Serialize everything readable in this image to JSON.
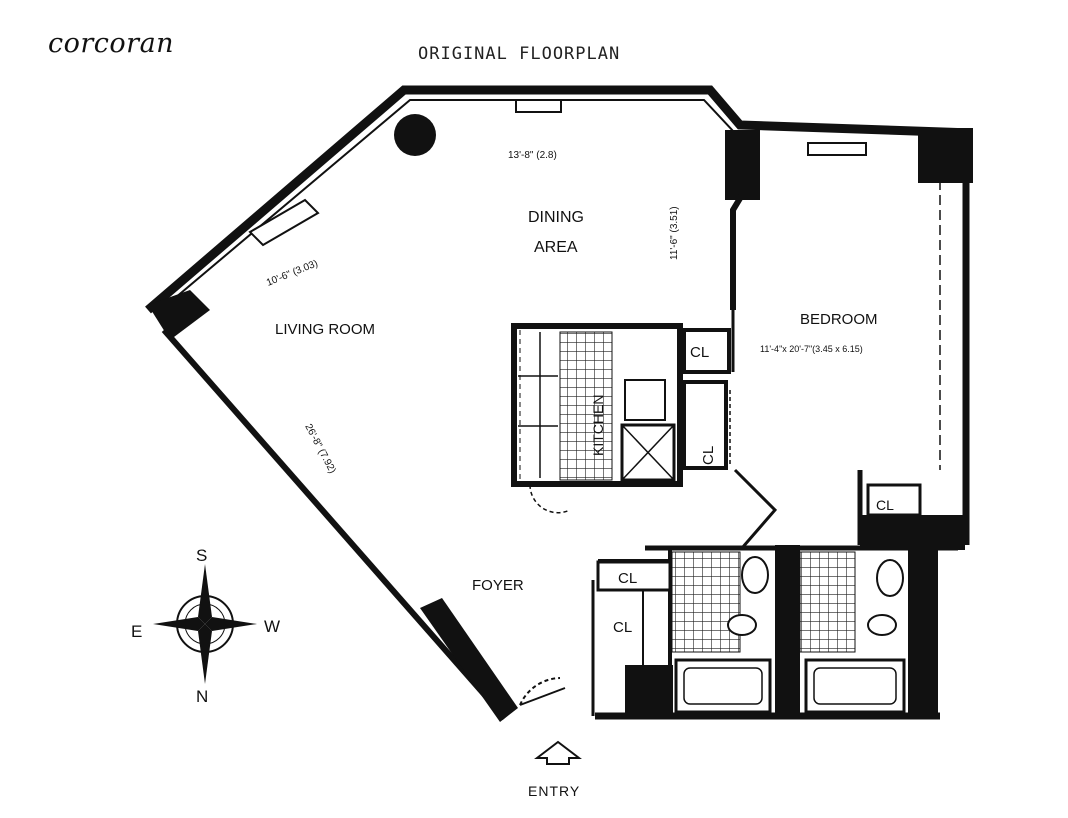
{
  "brand": "corcoran",
  "title": "ORIGINAL FLOORPLAN",
  "rooms": {
    "living_room": "LIVING ROOM",
    "dining_line1": "DINING",
    "dining_line2": "AREA",
    "bedroom": "BEDROOM",
    "bedroom_dims": "11'-4\"x 20'-7\"(3.45 x 6.15)",
    "kitchen": "KITCHEN",
    "foyer": "FOYER",
    "closet": "CL"
  },
  "dimensions": {
    "dining_width": "13'-8\" (2.8)",
    "dining_depth": "11'-6\" (3.51)",
    "living_window": "10'-6\" (3.03)",
    "living_length": "26'-8\" (7.92)"
  },
  "compass": {
    "s": "S",
    "n": "N",
    "e": "E",
    "w": "W"
  },
  "entry": "ENTRY",
  "colors": {
    "ink": "#111111",
    "paper": "#ffffff"
  }
}
